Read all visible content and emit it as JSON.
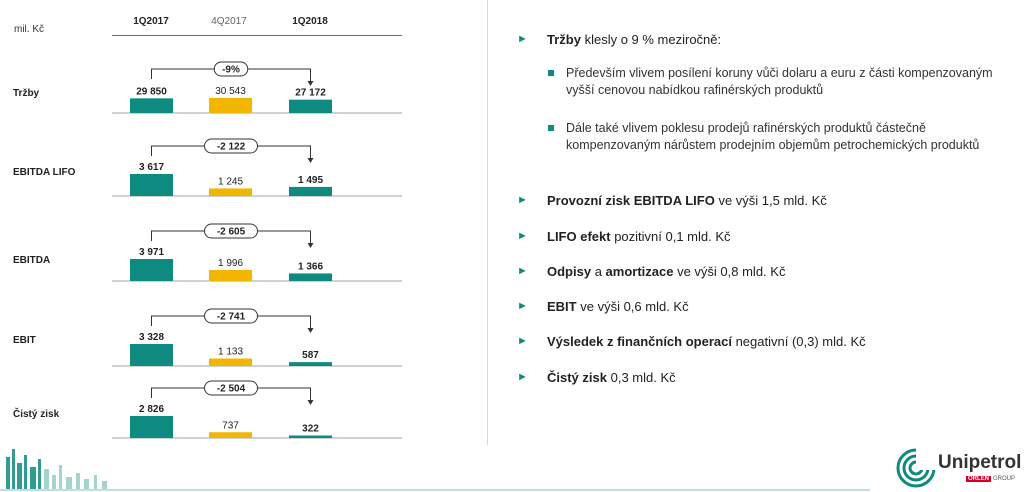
{
  "header": {
    "unit": "mil. Kč",
    "periods": [
      "1Q2017",
      "4Q2017",
      "1Q2018"
    ]
  },
  "colors": {
    "teal": "#0f8a80",
    "yellow": "#f2b600",
    "arrow": "#0f8a80",
    "brand_red": "#d6002a"
  },
  "chart_data": {
    "type": "bar",
    "categories": [
      "1Q2017",
      "4Q2017",
      "1Q2018"
    ],
    "panels": [
      {
        "label": "Tržby",
        "values": [
          29850,
          30543,
          27172
        ],
        "value_labels": [
          "29 850",
          "30 543",
          "27 172"
        ],
        "change_label": "-9%"
      },
      {
        "label": "EBITDA LIFO",
        "values": [
          3617,
          1245,
          1495
        ],
        "value_labels": [
          "3 617",
          "1 245",
          "1 495"
        ],
        "change_label": "-2 122"
      },
      {
        "label": "EBITDA",
        "values": [
          3971,
          1996,
          1366
        ],
        "value_labels": [
          "3 971",
          "1 996",
          "1 366"
        ],
        "change_label": "-2 605"
      },
      {
        "label": "EBIT",
        "values": [
          3328,
          1133,
          587
        ],
        "value_labels": [
          "3 328",
          "1 133",
          "587"
        ],
        "change_label": "-2 741"
      },
      {
        "label": "Čistý zisk",
        "values": [
          2826,
          737,
          322
        ],
        "value_labels": [
          "2 826",
          "737",
          "322"
        ],
        "change_label": "-2 504"
      }
    ]
  },
  "bullets": [
    {
      "bold": "Tržby",
      "rest": " klesly o 9 % meziročně:"
    },
    {
      "bold": "Provozní zisk EBITDA LIFO",
      "rest": " ve výši 1,5 mld. Kč"
    },
    {
      "bold": "LIFO efekt",
      "rest": " pozitivní 0,1 mld. Kč"
    },
    {
      "bold": "Odpisy",
      "mid": " a ",
      "bold2": "amortizace",
      "rest": " ve výši 0,8 mld. Kč"
    },
    {
      "bold": "EBIT",
      "rest": " ve výši 0,6 mld. Kč"
    },
    {
      "bold": "Výsledek z finančních operací",
      "rest": " negativní (0,3) mld. Kč"
    },
    {
      "bold": "Čistý zisk",
      "rest": " 0,3 mld. Kč"
    }
  ],
  "subbullets": [
    "Především vlivem posílení koruny vůči dolaru a euru z části kompenzovaným vyšší cenovou nabídkou rafinérských produktů",
    "Dále také vlivem poklesu prodejů rafinérských produktů částečně kompenzovaným nárůstem prodejním objemům petrochemických produktů"
  ],
  "logo": {
    "name": "Unipetrol",
    "tag": "ORLEN",
    "tag2": "GROUP"
  }
}
